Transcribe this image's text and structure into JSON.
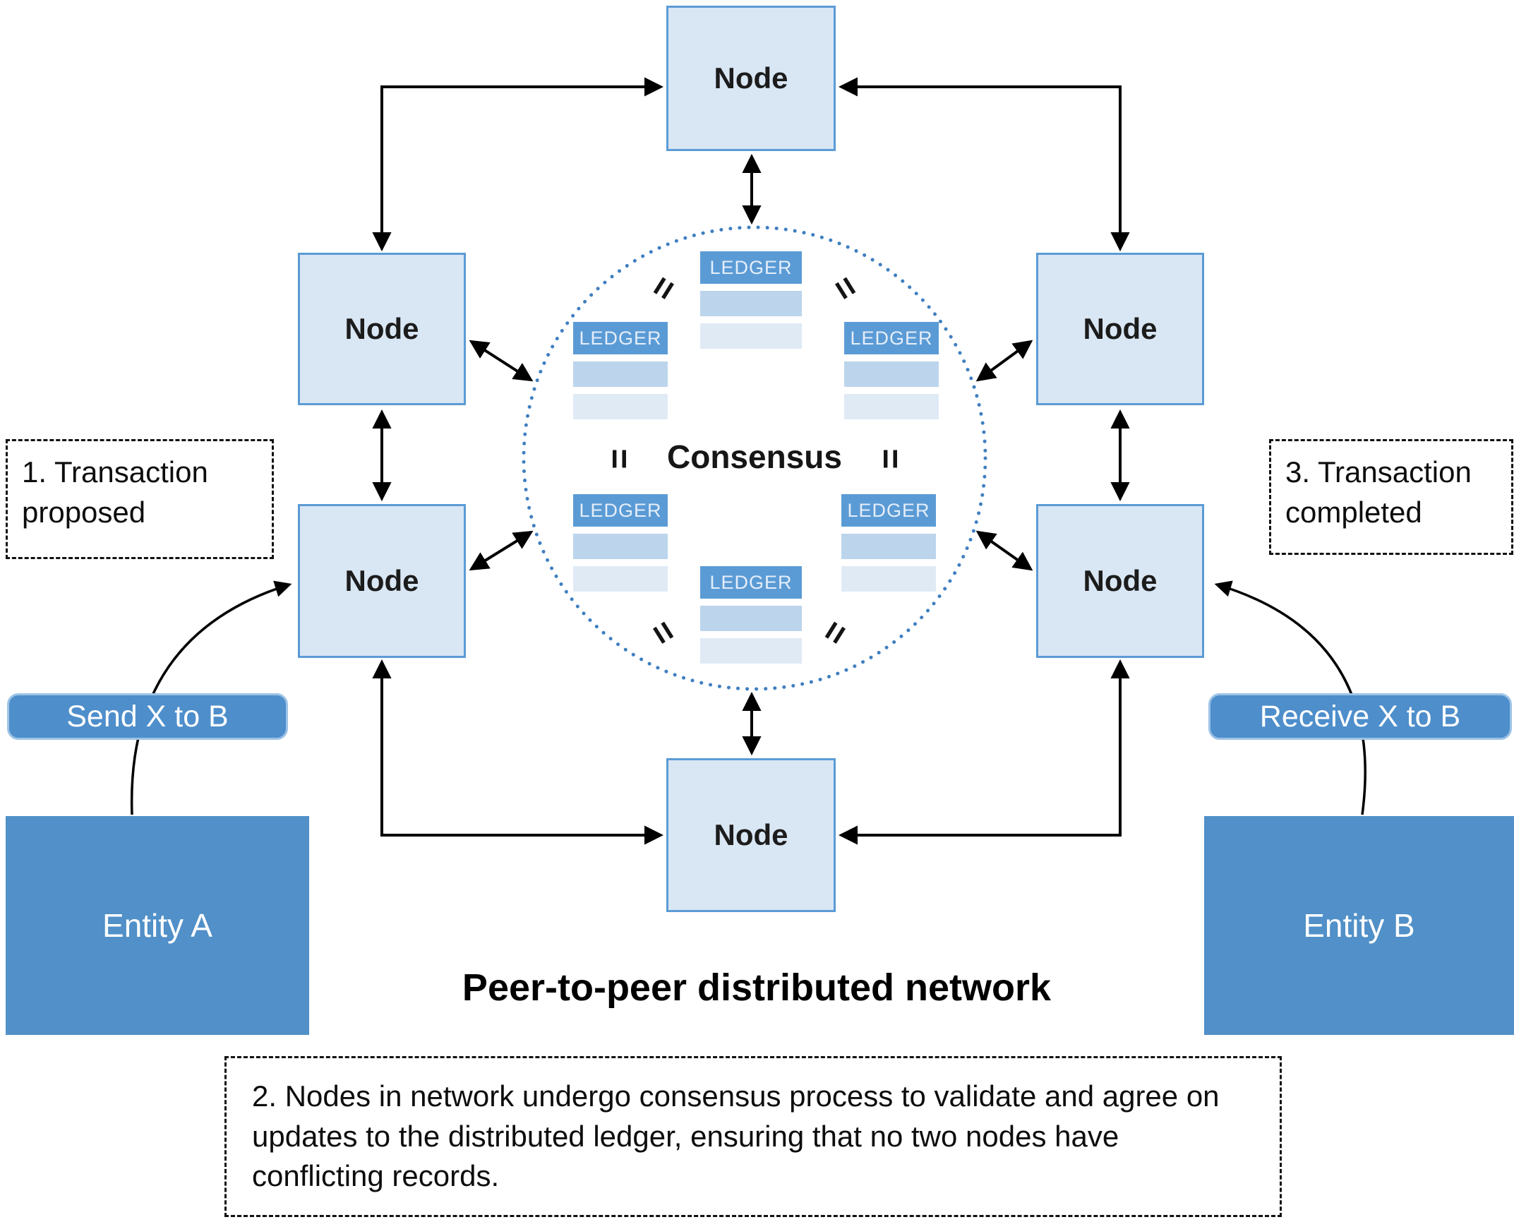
{
  "diagram": {
    "title": "Peer-to-peer distributed network",
    "consensus": {
      "label": "Consensus",
      "equals_symbol": "="
    },
    "nodes": [
      {
        "label": "Node"
      },
      {
        "label": "Node"
      },
      {
        "label": "Node"
      },
      {
        "label": "Node"
      },
      {
        "label": "Node"
      },
      {
        "label": "Node"
      }
    ],
    "ledgers": [
      {
        "label": "LEDGER"
      },
      {
        "label": "LEDGER"
      },
      {
        "label": "LEDGER"
      },
      {
        "label": "LEDGER"
      },
      {
        "label": "LEDGER"
      },
      {
        "label": "LEDGER"
      }
    ],
    "callouts": {
      "step1": "1. Transaction proposed",
      "step2": "2. Nodes in network undergo consensus process to validate and agree on updates to the distributed ledger, ensuring that no two nodes have conflicting records.",
      "step3": "3. Transaction completed"
    },
    "entities": {
      "a": {
        "label": "Entity A"
      },
      "b": {
        "label": "Entity B"
      }
    },
    "messages": {
      "send": "Send X to B",
      "receive": "Receive X to B"
    },
    "colors": {
      "node_fill": "#d9e6f4",
      "node_border": "#5b9bd5",
      "entity_fill": "#5190c8",
      "pill_fill": "#4e8ecb",
      "ledger_header": "#5b9bd5",
      "ledger_row_dark": "#bcd5ec",
      "ledger_row_light": "#e0eaf5",
      "circle_dotted": "#3f7fc0",
      "arrow": "#000000"
    }
  }
}
